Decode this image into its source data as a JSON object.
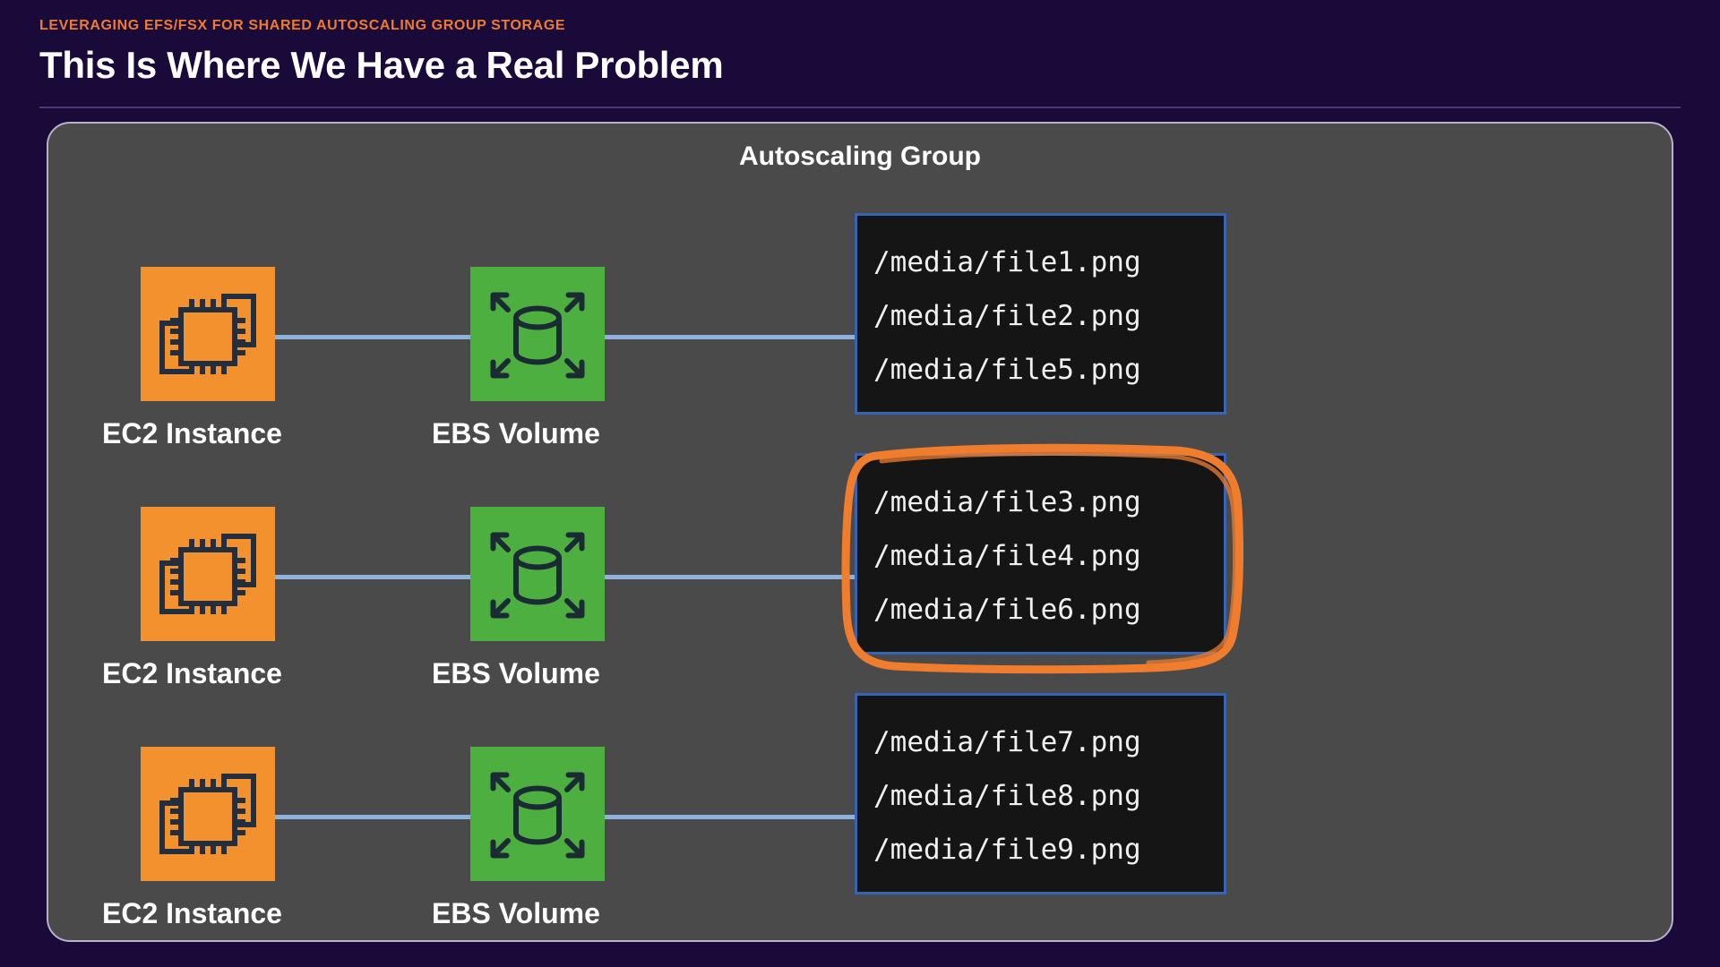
{
  "header": {
    "eyebrow": "LEVERAGING EFS/FSX FOR SHARED AUTOSCALING GROUP STORAGE",
    "title": "This Is Where We Have a Real Problem"
  },
  "colors": {
    "background": "#190a3a",
    "eyebrow_orange": "#ef7b2e",
    "panel_gray": "#4a4a4a",
    "panel_border": "#b7b2c9",
    "rule": "#4b3c78",
    "ec2_orange": "#f3912f",
    "ebs_green": "#4caf3f",
    "connector_blue": "#8fb2dd",
    "terminal_bg": "#151515",
    "terminal_border": "#3764b4",
    "terminal_text": "#f0f0f0",
    "highlight_orange": "#ef7d2d"
  },
  "diagram": {
    "group_title": "Autoscaling Group",
    "ec2_label": "EC2 Instance",
    "ebs_label": "EBS Volume",
    "ec2_icon": "ec2-chip-icon",
    "ebs_icon": "ebs-elastic-volume-icon",
    "rows": [
      {
        "ec2_label": "EC2 Instance",
        "ebs_label": "EBS Volume",
        "highlighted": false,
        "files": [
          "/media/file1.png",
          "/media/file2.png",
          "/media/file5.png"
        ]
      },
      {
        "ec2_label": "EC2 Instance",
        "ebs_label": "EBS Volume",
        "highlighted": true,
        "files": [
          "/media/file3.png",
          "/media/file4.png",
          "/media/file6.png"
        ]
      },
      {
        "ec2_label": "EC2 Instance",
        "ebs_label": "EBS Volume",
        "highlighted": false,
        "files": [
          "/media/file7.png",
          "/media/file8.png",
          "/media/file9.png"
        ]
      }
    ]
  }
}
